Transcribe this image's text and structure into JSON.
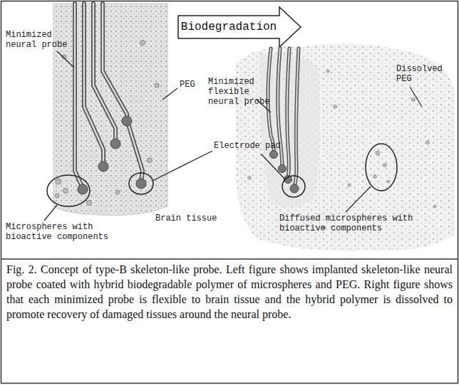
{
  "diagram": {
    "caption": "Fig. 2. Concept of type-B skeleton-like probe. Left figure shows implanted skeleton-like neural probe coated with hybrid biodegradable polymer of microspheres and PEG. Right figure shows that each minimized probe is flexible to brain tissue and the hybrid polymer is dissolved to promote recovery of damaged tissues around the neural probe.",
    "nodes": [
      {
        "text": [
          "Biodegradation"
        ]
      }
    ],
    "labels": [
      "Minimized neural probe",
      "PEG",
      "Minimized flexible neural probe",
      "Dissolved PEG",
      "Electrode pad",
      "Microspheres with bioactive components",
      "Brain tissue",
      "Diffused microspheres with bioactive components"
    ]
  }
}
